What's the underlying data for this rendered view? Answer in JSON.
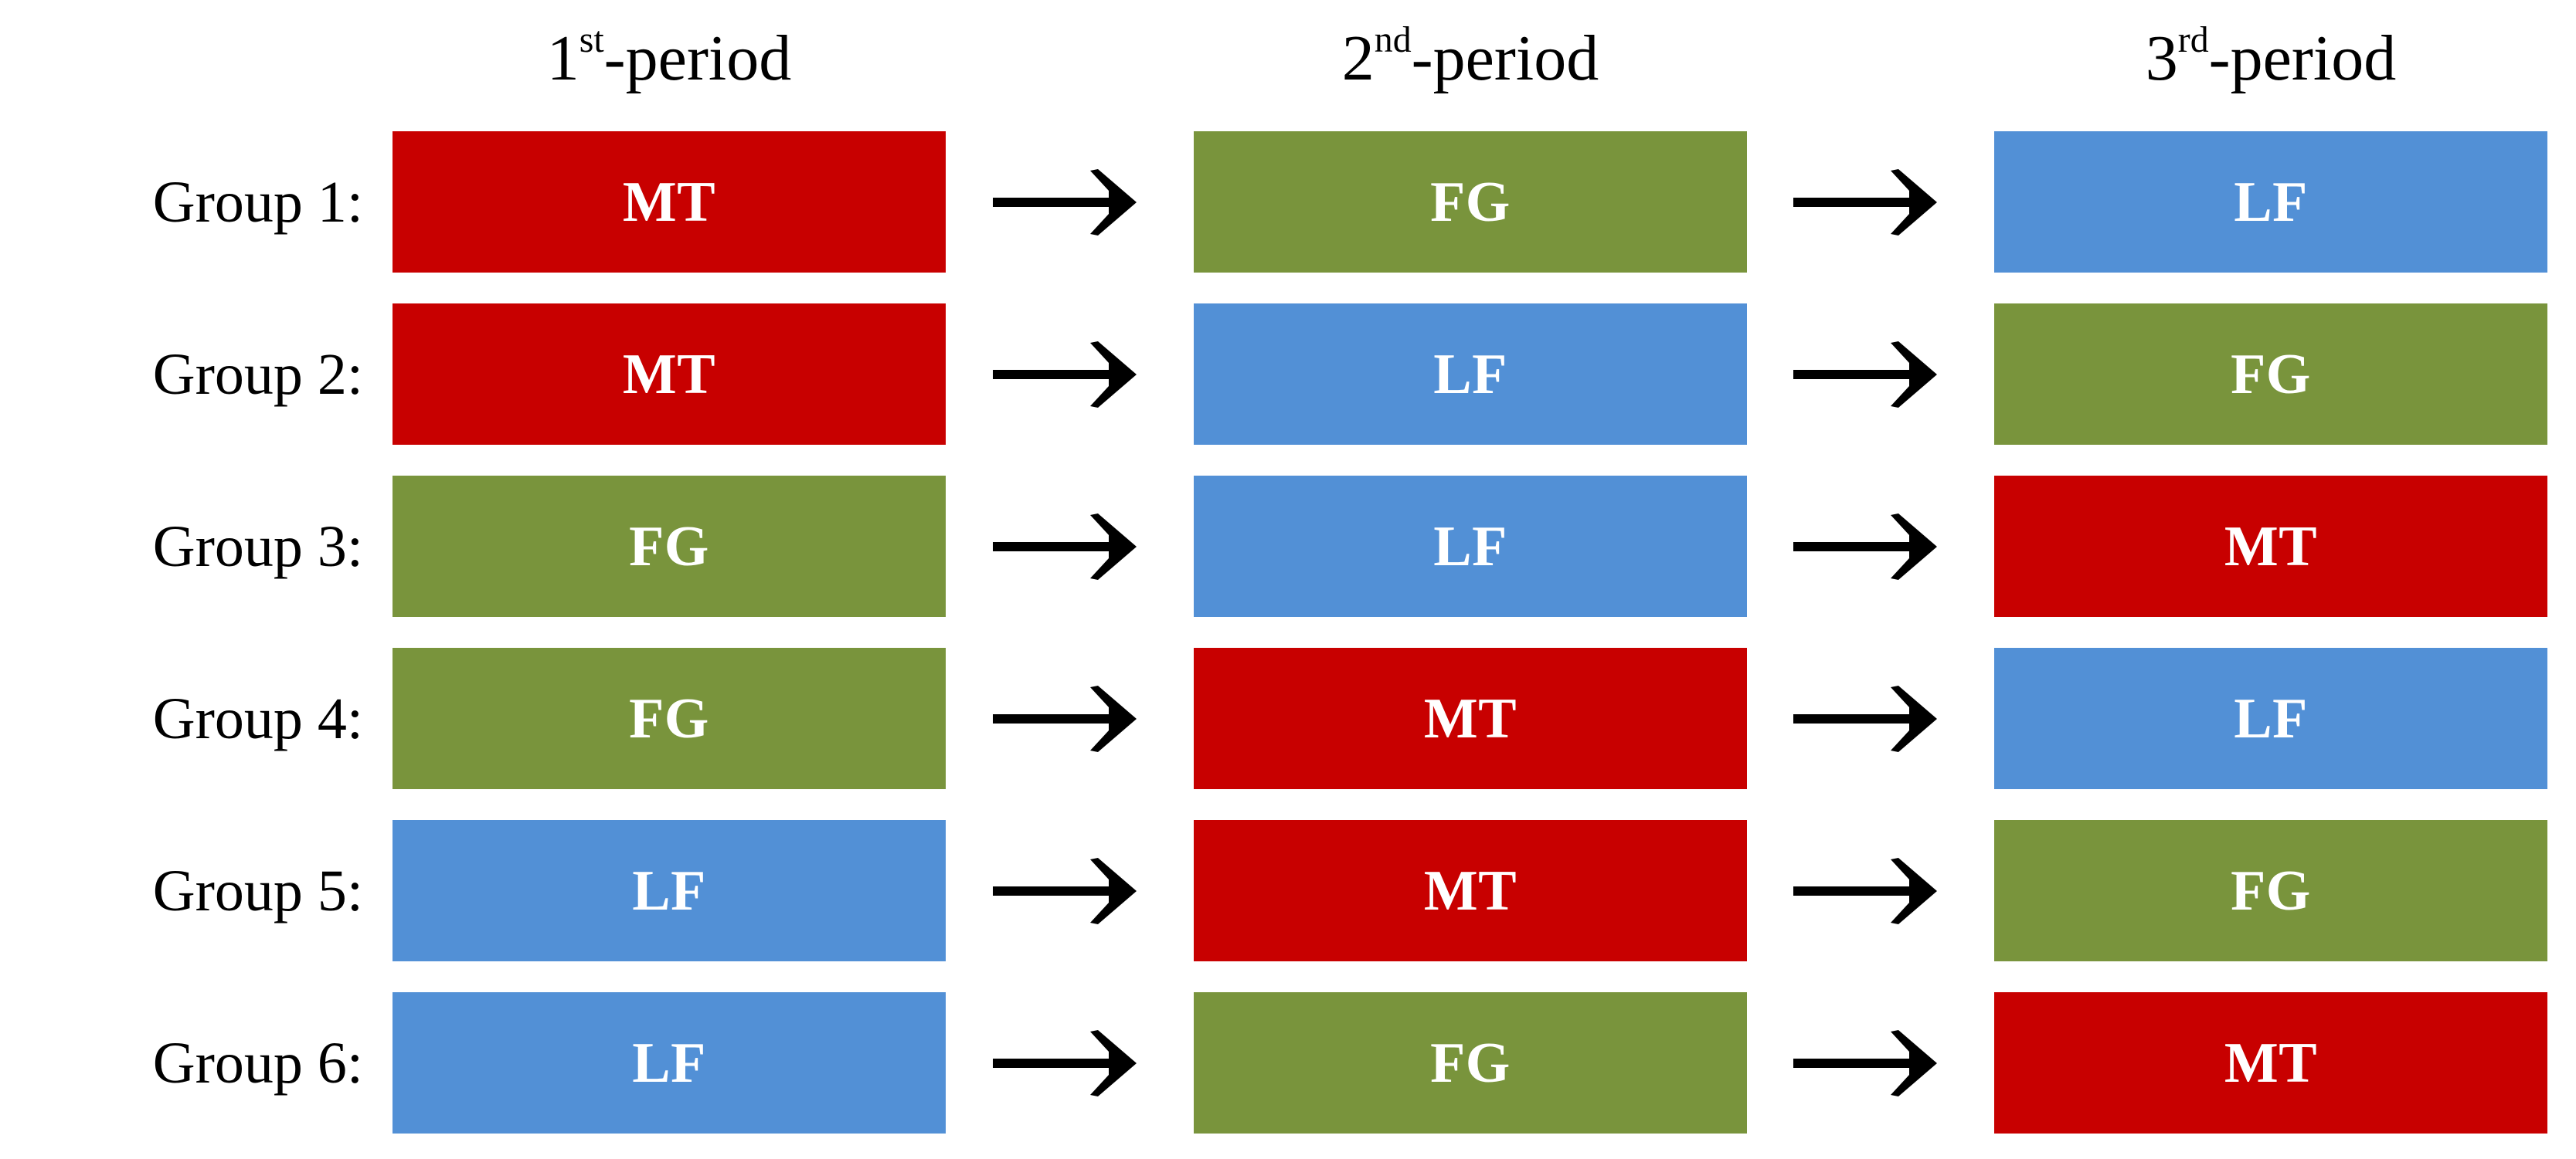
{
  "figure": {
    "type": "crossover-design-diagram",
    "background": "#ffffff"
  },
  "columns": [
    {
      "id": "period-1",
      "ordinal": "1",
      "suffix": "st",
      "suffix_sep": "-",
      "label_tail": "period",
      "full_label": "1st-period"
    },
    {
      "id": "period-2",
      "ordinal": "2",
      "suffix": "nd",
      "suffix_sep": "-",
      "label_tail": "period",
      "full_label": "2nd-period"
    },
    {
      "id": "period-3",
      "ordinal": "3",
      "suffix": "rd",
      "suffix_sep": "-",
      "label_tail": "period",
      "full_label": "3rd-period"
    }
  ],
  "treatments": {
    "MT": {
      "code": "MT",
      "color": "#c80000"
    },
    "FG": {
      "code": "FG",
      "color": "#79943c"
    },
    "LF": {
      "code": "LF",
      "color": "#5290d6"
    }
  },
  "arrow": {
    "glyph": "right-arrow",
    "color": "#000000"
  },
  "rows": [
    {
      "label": "Group 1:",
      "cells": [
        {
          "code": "MT",
          "color": "#c80000"
        },
        {
          "code": "FG",
          "color": "#79943c"
        },
        {
          "code": "LF",
          "color": "#5290d6"
        }
      ]
    },
    {
      "label": "Group 2:",
      "cells": [
        {
          "code": "MT",
          "color": "#c80000"
        },
        {
          "code": "LF",
          "color": "#5290d6"
        },
        {
          "code": "FG",
          "color": "#79943c"
        }
      ]
    },
    {
      "label": "Group 3:",
      "cells": [
        {
          "code": "FG",
          "color": "#79943c"
        },
        {
          "code": "LF",
          "color": "#5290d6"
        },
        {
          "code": "MT",
          "color": "#c80000"
        }
      ]
    },
    {
      "label": "Group 4:",
      "cells": [
        {
          "code": "FG",
          "color": "#79943c"
        },
        {
          "code": "MT",
          "color": "#c80000"
        },
        {
          "code": "LF",
          "color": "#5290d6"
        }
      ]
    },
    {
      "label": "Group 5:",
      "cells": [
        {
          "code": "LF",
          "color": "#5290d6"
        },
        {
          "code": "MT",
          "color": "#c80000"
        },
        {
          "code": "FG",
          "color": "#79943c"
        }
      ]
    },
    {
      "label": "Group 6:",
      "cells": [
        {
          "code": "LF",
          "color": "#5290d6"
        },
        {
          "code": "FG",
          "color": "#79943c"
        },
        {
          "code": "MT",
          "color": "#c80000"
        }
      ]
    }
  ]
}
